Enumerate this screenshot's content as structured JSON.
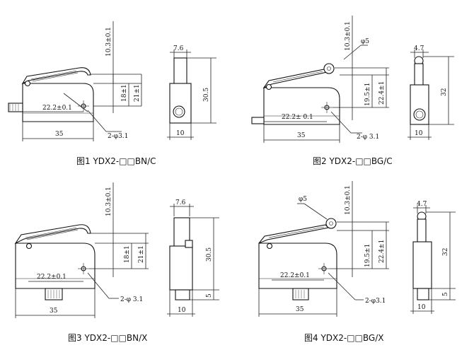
{
  "figures": [
    {
      "caption": "图1 YDX2-□□BN/C",
      "dims": {
        "top": "10.3±0.1",
        "h18": "18±1",
        "h21": "21±1",
        "pitch": "22.2±0.1",
        "hole": "2-φ3.1",
        "width": "35",
        "side_w": "7.6",
        "side_h": "30.5",
        "side_base": "10"
      }
    },
    {
      "caption": "图2 YDX2-□□BG/C",
      "dims": {
        "top": "10.3±0.1",
        "roller": "φ5",
        "h19": "19.5±1",
        "h22": "22.4±1",
        "pitch": "22.2± 0.1",
        "hole": "2-φ 3.1",
        "width": "35",
        "side_w": "4.7",
        "side_h": "32",
        "side_base": "10"
      }
    },
    {
      "caption": "图3 YDX2-□□BN/X",
      "dims": {
        "top": "10.3±0.1",
        "h18": "18±1",
        "h21": "21±1",
        "pitch": "22.2±0.1",
        "hole": "2-φ 3.1",
        "width": "35",
        "side_w": "7.6",
        "side_h": "30.5",
        "side_base": "10",
        "side_term": "5"
      }
    },
    {
      "caption": "图4 YDX2-□□BG/X",
      "dims": {
        "top": "10.3±0.1",
        "roller": "φ5",
        "h19": "19.5±1",
        "h22": "22.4±1",
        "pitch": "22.2±0.1",
        "hole": "2-φ3.1",
        "width": "35",
        "side_w": "4.7",
        "side_h": "32",
        "side_base": "10",
        "side_term": "5"
      }
    }
  ]
}
